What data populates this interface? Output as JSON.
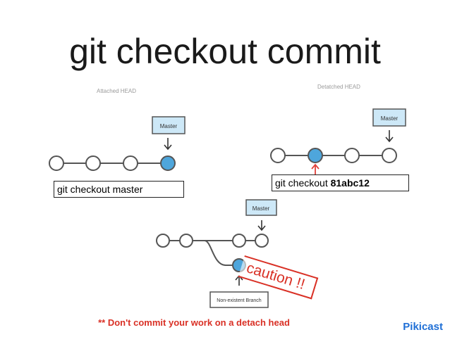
{
  "title": "git checkout commit",
  "attached": {
    "label": "Attached HEAD",
    "branch_label": "Master",
    "command": "git checkout master"
  },
  "detached": {
    "label": "Detatched HEAD",
    "branch_label": "Master",
    "command_prefix": "git checkout",
    "command_hash": "81abc12"
  },
  "branching": {
    "branch_label": "Master",
    "nonexistent_label": "Non-existent Branch",
    "caution": "caution !!"
  },
  "warning": "** Don't commit your work on a detach head",
  "brand": "Pikicast",
  "colors": {
    "node_fill": "#ffffff",
    "node_stroke": "#555555",
    "head_fill": "#4ea6dc",
    "branch_box": "#cde8f7",
    "caution": "#d93025",
    "arrow_red": "#e0403a"
  }
}
